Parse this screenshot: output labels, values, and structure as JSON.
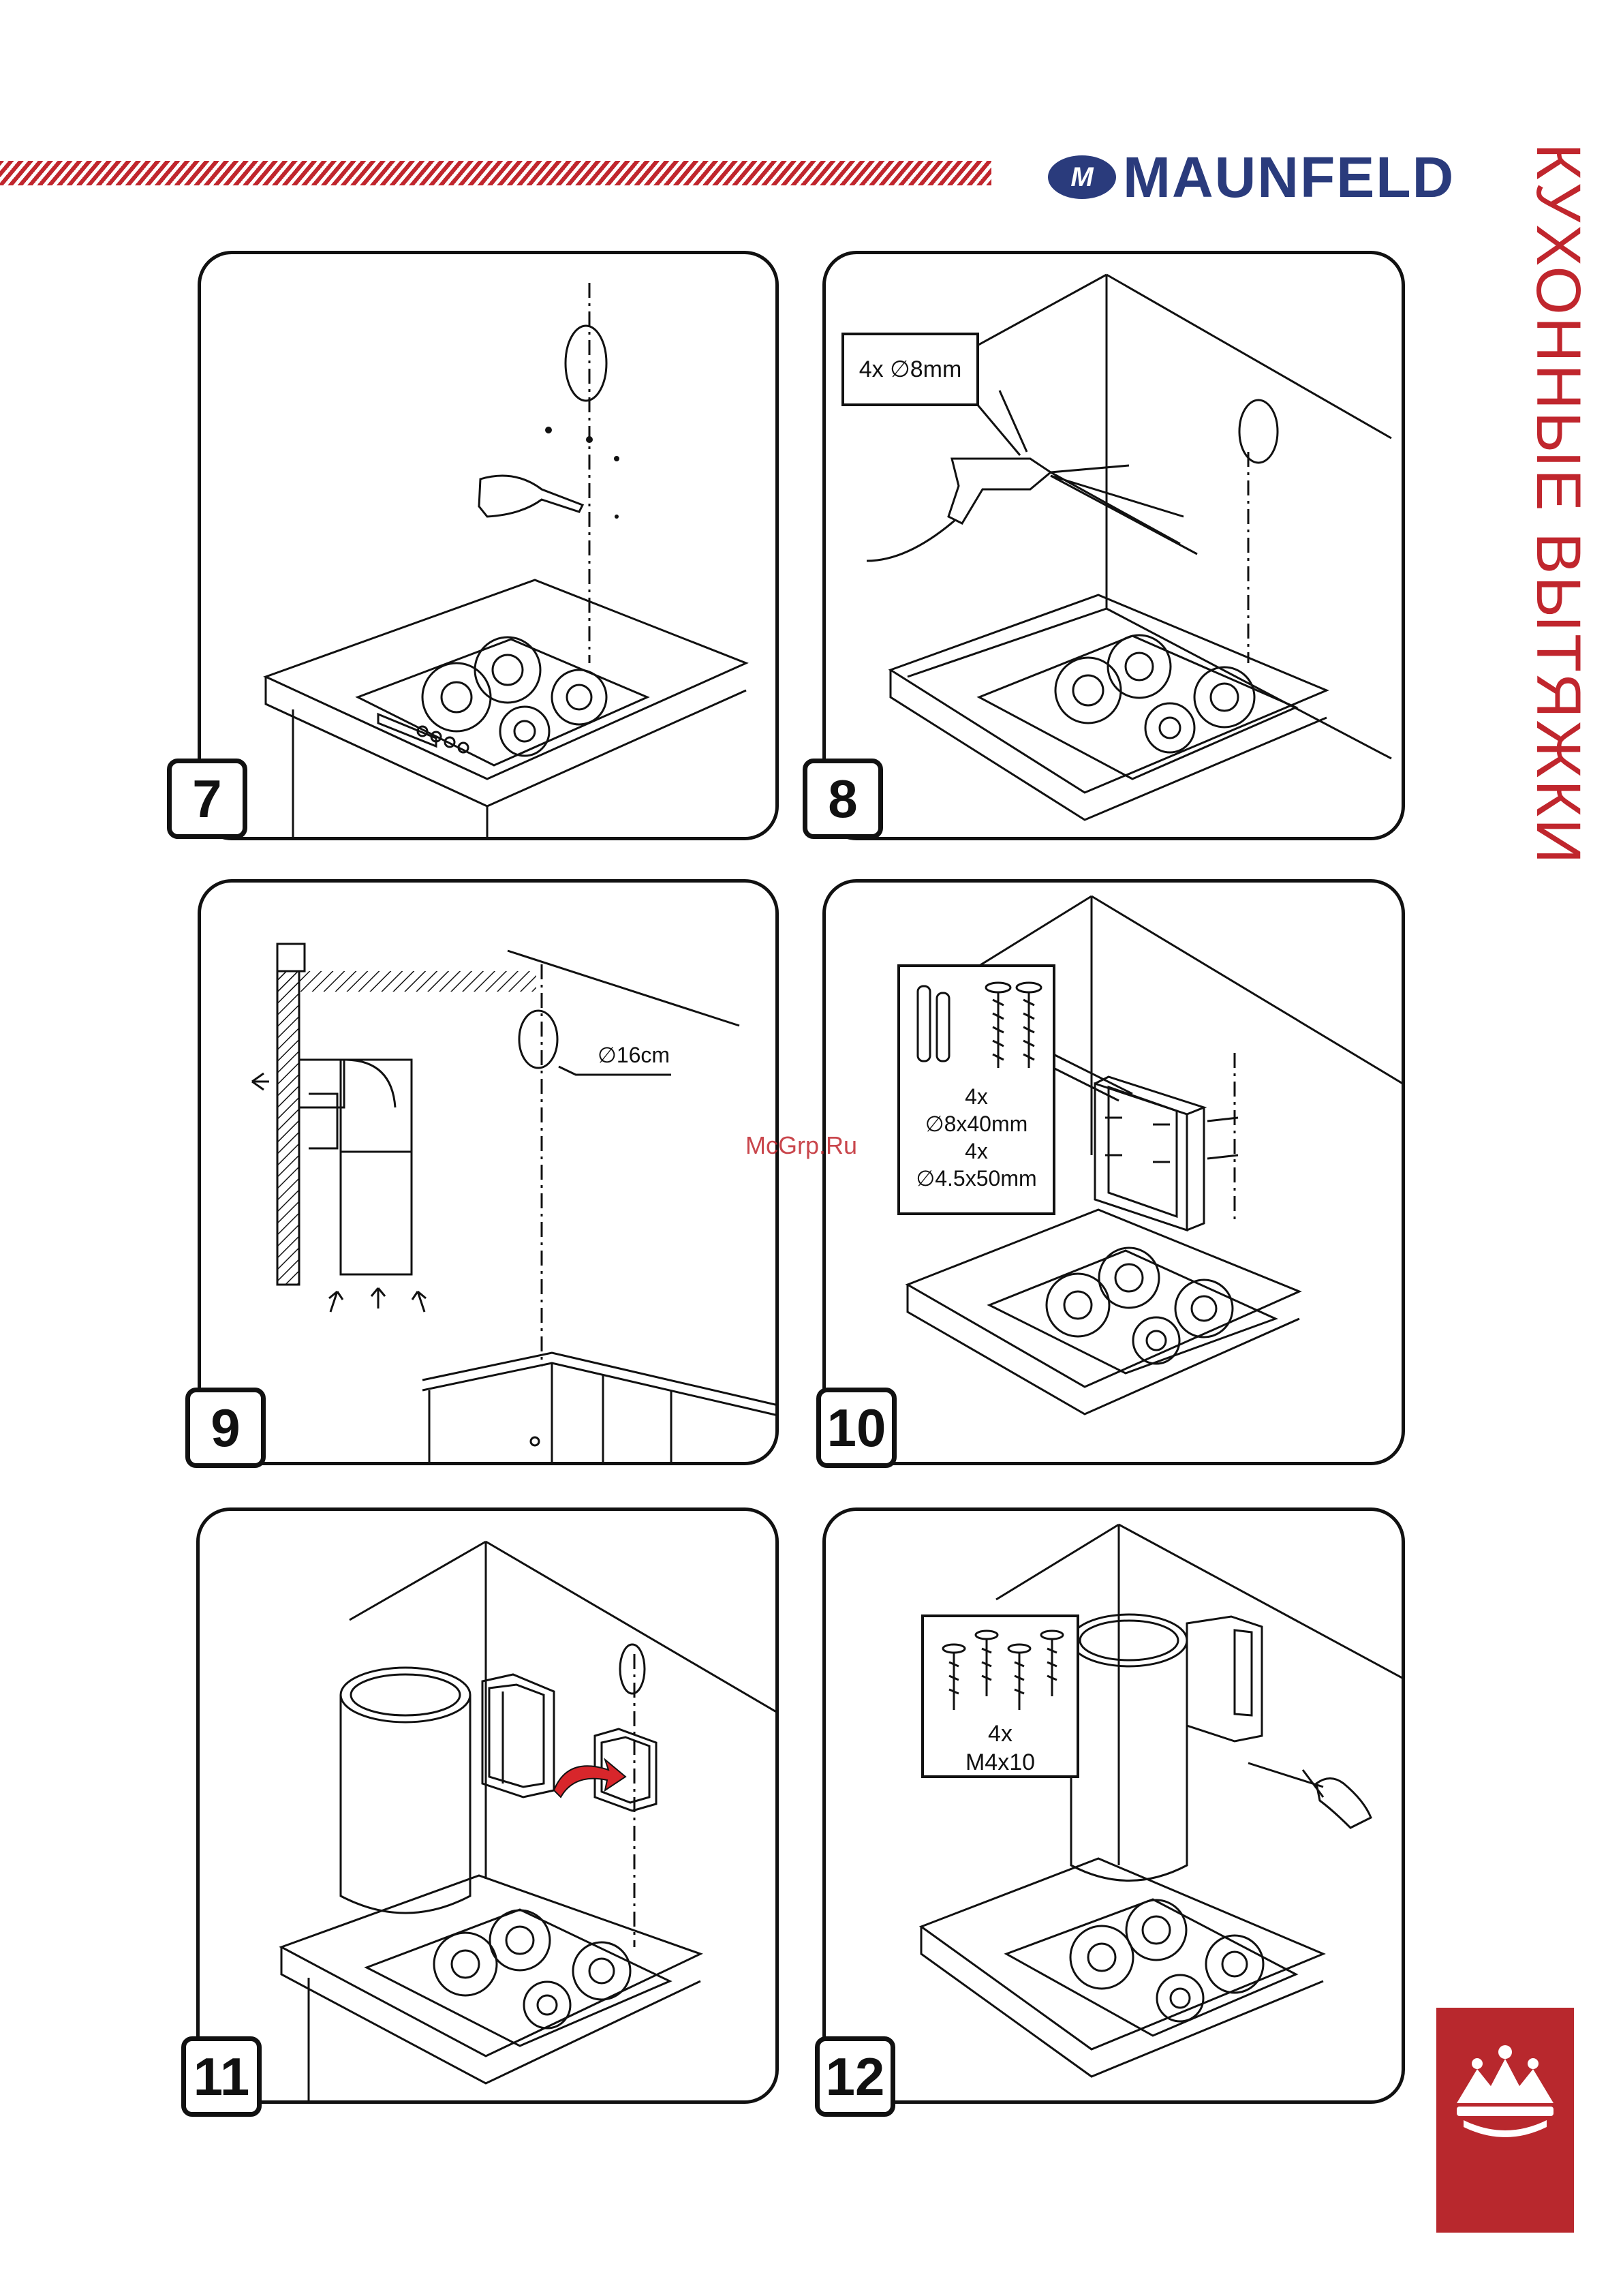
{
  "brand": {
    "mark": "M",
    "name": "MAUNFELD"
  },
  "side_title": "КУХОННЫЕ ВЫТЯЖКИ",
  "watermark": "McGrp.Ru",
  "steps": [
    {
      "number": "7"
    },
    {
      "number": "8",
      "callout": "4x ∅8mm"
    },
    {
      "number": "9",
      "callout": "∅16cm"
    },
    {
      "number": "10",
      "callout": [
        "4x",
        "∅8x40mm",
        "4x",
        "∅4.5x50mm"
      ]
    },
    {
      "number": "11"
    },
    {
      "number": "12",
      "callout": [
        "4x",
        "M4x10"
      ]
    }
  ]
}
